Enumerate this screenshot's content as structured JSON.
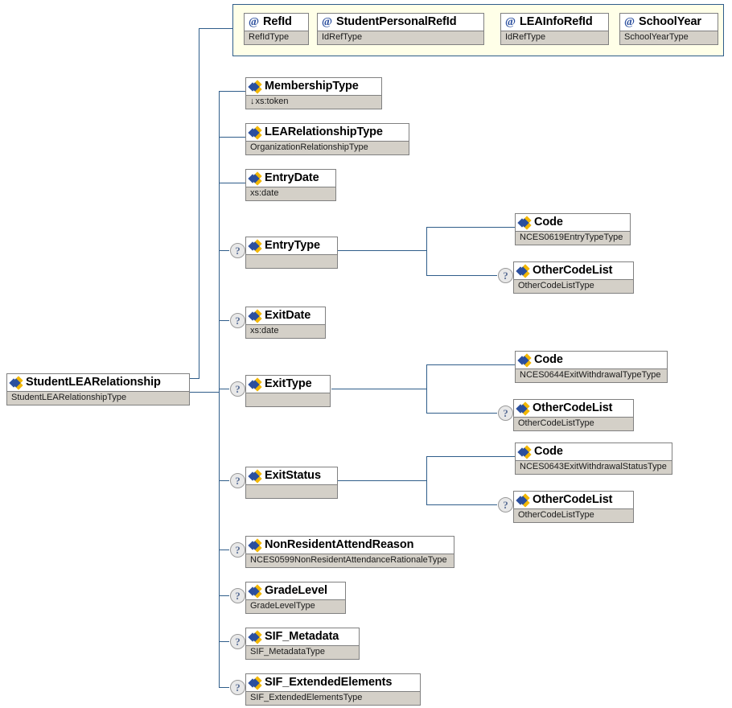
{
  "diagram": {
    "title": "StudentLEARelationship",
    "root": {
      "name": "StudentLEARelationship",
      "type": "StudentLEARelationshipType",
      "icon": "element-icon"
    },
    "attributes": [
      {
        "name": "RefId",
        "type": "RefIdType",
        "icon": "attribute-icon"
      },
      {
        "name": "StudentPersonalRefId",
        "type": "IdRefType",
        "icon": "attribute-icon"
      },
      {
        "name": "LEAInfoRefId",
        "type": "IdRefType",
        "icon": "attribute-icon"
      },
      {
        "name": "SchoolYear",
        "type": "SchoolYearType",
        "icon": "attribute-icon"
      }
    ],
    "elements": [
      {
        "name": "MembershipType",
        "type": "xs:token",
        "restriction": "↓",
        "optional": false,
        "icon": "element-icon"
      },
      {
        "name": "LEARelationshipType",
        "type": "OrganizationRelationshipType",
        "restriction": "",
        "optional": false,
        "icon": "element-icon"
      },
      {
        "name": "EntryDate",
        "type": "xs:date",
        "restriction": "",
        "optional": false,
        "icon": "element-icon"
      },
      {
        "name": "EntryType",
        "type": "",
        "restriction": "",
        "optional": true,
        "icon": "element-icon"
      },
      {
        "name": "ExitDate",
        "type": "xs:date",
        "restriction": "",
        "optional": true,
        "icon": "element-icon"
      },
      {
        "name": "ExitType",
        "type": "",
        "restriction": "",
        "optional": true,
        "icon": "element-icon"
      },
      {
        "name": "ExitStatus",
        "type": "",
        "restriction": "",
        "optional": true,
        "icon": "element-icon"
      },
      {
        "name": "NonResidentAttendReason",
        "type": "NCES0599NonResidentAttendanceRationaleType",
        "restriction": "",
        "optional": true,
        "icon": "element-icon"
      },
      {
        "name": "GradeLevel",
        "type": "GradeLevelType",
        "restriction": "",
        "optional": true,
        "icon": "element-icon"
      },
      {
        "name": "SIF_Metadata",
        "type": "SIF_MetadataType",
        "restriction": "",
        "optional": true,
        "icon": "element-icon"
      },
      {
        "name": "SIF_ExtendedElements",
        "type": "SIF_ExtendedElementsType",
        "restriction": "",
        "optional": true,
        "icon": "element-icon"
      }
    ],
    "children_groups": [
      {
        "parent": "EntryType",
        "children": [
          {
            "name": "Code",
            "type": "NCES0619EntryTypeType",
            "optional": false,
            "icon": "element-icon"
          },
          {
            "name": "OtherCodeList",
            "type": "OtherCodeListType",
            "optional": true,
            "icon": "element-icon"
          }
        ]
      },
      {
        "parent": "ExitType",
        "children": [
          {
            "name": "Code",
            "type": "NCES0644ExitWithdrawalTypeType",
            "optional": false,
            "icon": "element-icon"
          },
          {
            "name": "OtherCodeList",
            "type": "OtherCodeListType",
            "optional": true,
            "icon": "element-icon"
          }
        ]
      },
      {
        "parent": "ExitStatus",
        "children": [
          {
            "name": "Code",
            "type": "NCES0643ExitWithdrawalStatusType",
            "optional": false,
            "icon": "element-icon"
          },
          {
            "name": "OtherCodeList",
            "type": "OtherCodeListType",
            "optional": true,
            "icon": "element-icon"
          }
        ]
      }
    ],
    "markers": {
      "optional_symbol": "?",
      "attribute_symbol": "@"
    },
    "colors": {
      "line": "#2f5d8a",
      "attribute_container_bg": "#ffffe8",
      "type_row_bg": "#d4d0c8",
      "name_row_bg": "#ffffff",
      "box_border": "#808080",
      "icon_blue": "#2b4f9e",
      "icon_yellow": "#f2b705"
    }
  }
}
